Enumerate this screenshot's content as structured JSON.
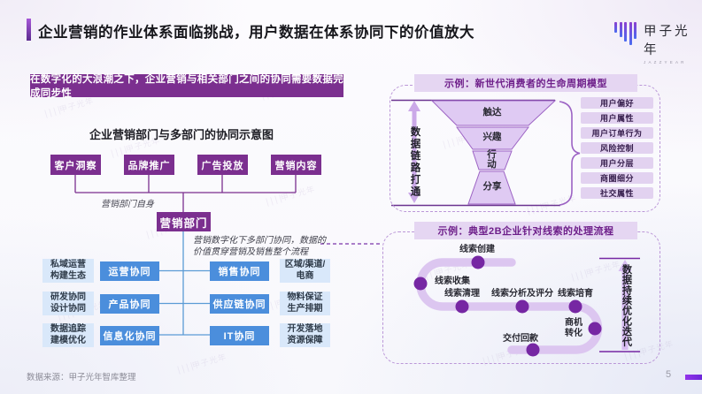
{
  "slide": {
    "title": "企业营销的作业体系面临挑战，用户数据在体系协同下的价值放大",
    "page_number": "5",
    "source": "数据来源：甲子光年智库整理"
  },
  "logo": {
    "name": "甲子光年",
    "subtext": "JAZZYEAR"
  },
  "watermark": {
    "text": "甲子光年"
  },
  "left_section": {
    "banner": "在数字化的大浪潮之下，企业营销与相关部门之间的协同需要数据完成同步性",
    "diagram_title": "企业营销部门与多部门的协同示意图",
    "top_boxes": [
      "客户洞察",
      "品牌推广",
      "广告投放",
      "营销内容"
    ],
    "self_label": "营销部门自身",
    "center_box": "营销部门",
    "note": "营销数字化下多部门协同，数据的价值贯穿营销及销售整个流程",
    "grid_rows": [
      {
        "left": "私域运营\n构建生态",
        "blue1": "运营协同",
        "blue2": "销售协同",
        "right": "区域/渠道/\n电商"
      },
      {
        "left": "研发协同\n设计协同",
        "blue1": "产品协同",
        "blue2": "供应链协同",
        "right": "物料保证\n生产排期"
      },
      {
        "left": "数据追踪\n建模优化",
        "blue1": "信息化协同",
        "blue2": "IT协同",
        "right": "开发落地\n资源保障"
      }
    ]
  },
  "funnel_panel": {
    "title": "示例：新世代消费者的生命周期模型",
    "axis_label": "数据链路打通",
    "stages": [
      "触达",
      "兴趣",
      "行动",
      "分享"
    ],
    "tags": [
      "用户偏好",
      "用户属性",
      "用户订单行为",
      "风险控制",
      "用户分层",
      "商圈细分",
      "社交属性"
    ]
  },
  "lead_panel": {
    "title": "示例：典型2B企业针对线索的处理流程",
    "axis_label": "数据持续优化迭代",
    "steps": [
      "线索创建",
      "线索收集",
      "线索清理",
      "线索分析及评分",
      "线索培育",
      "商机转化",
      "交付回款"
    ]
  },
  "colors": {
    "purple": "#7B2F8F",
    "blue": "#4B8EDC",
    "light_blue": "#D9E8FA",
    "light_purple": "#E5D6F2",
    "funnel_fill": "#DFCAF3",
    "path": "#DCC6F0",
    "dot": "#7627A3"
  }
}
